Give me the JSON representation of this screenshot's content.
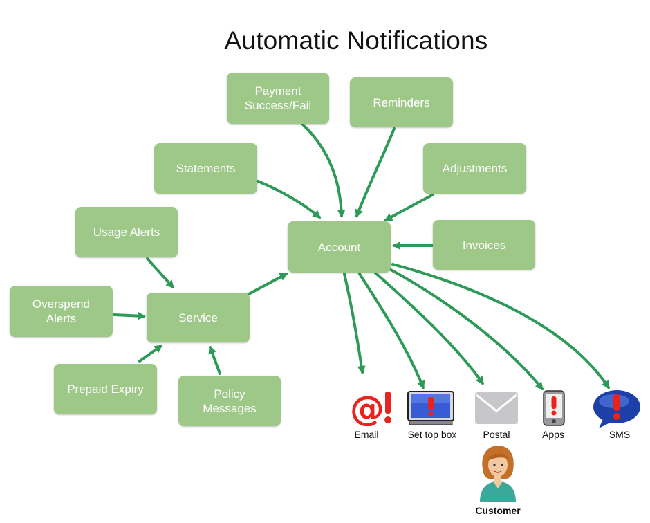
{
  "title": "Automatic Notifications",
  "nodes": {
    "payment": [
      "Payment",
      "Success/Fail"
    ],
    "reminders": "Reminders",
    "statements": "Statements",
    "adjustments": "Adjustments",
    "usage_alerts": "Usage Alerts",
    "account": "Account",
    "invoices": "Invoices",
    "overspend": [
      "Overspend",
      "Alerts"
    ],
    "service": "Service",
    "prepaid": "Prepaid Expiry",
    "policy": [
      "Policy",
      "Messages"
    ]
  },
  "channels": {
    "email": "Email",
    "settop": "Set top box",
    "postal": "Postal",
    "apps": "Apps",
    "sms": "SMS"
  },
  "customer_label": "Customer",
  "colors": {
    "node_fill": "#9ec887",
    "arrow": "#2e9a57",
    "alert_red": "#e8221c"
  },
  "edges": [
    [
      "Payment Success/Fail",
      "Account"
    ],
    [
      "Reminders",
      "Account"
    ],
    [
      "Statements",
      "Account"
    ],
    [
      "Adjustments",
      "Account"
    ],
    [
      "Invoices",
      "Account"
    ],
    [
      "Usage Alerts",
      "Service"
    ],
    [
      "Overspend Alerts",
      "Service"
    ],
    [
      "Prepaid Expiry",
      "Service"
    ],
    [
      "Policy Messages",
      "Service"
    ],
    [
      "Service",
      "Account"
    ],
    [
      "Account",
      "Email"
    ],
    [
      "Account",
      "Set top box"
    ],
    [
      "Account",
      "Postal"
    ],
    [
      "Account",
      "Apps"
    ],
    [
      "Account",
      "SMS"
    ]
  ]
}
